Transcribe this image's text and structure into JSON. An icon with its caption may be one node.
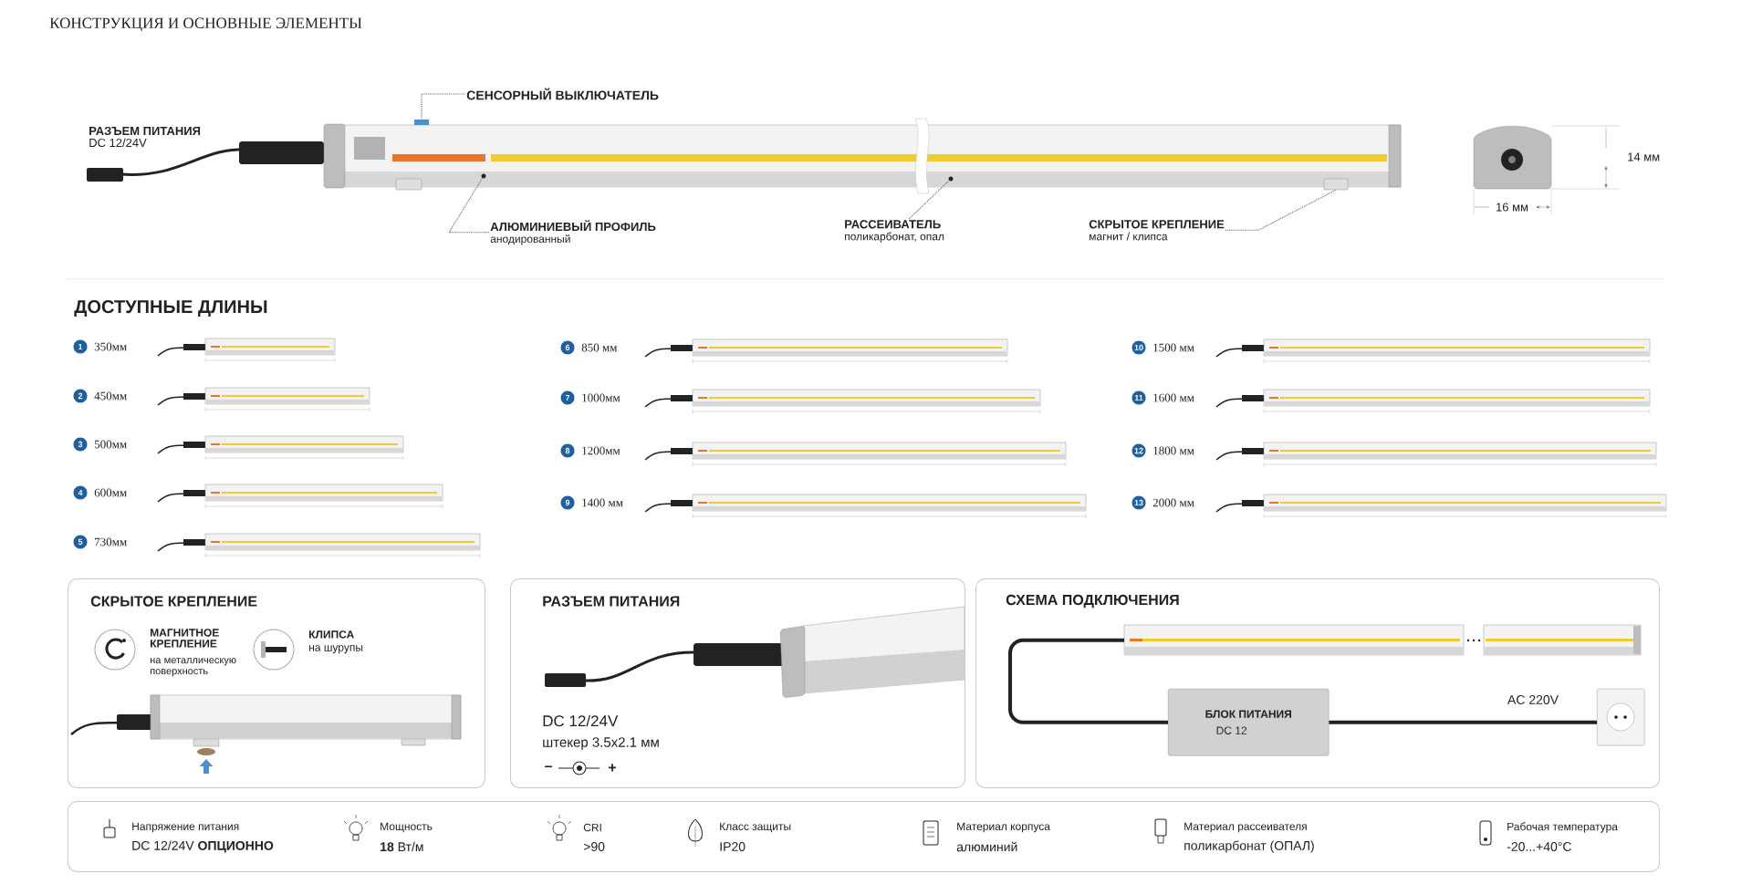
{
  "diagram": {
    "title": "КОНСТРУКЦИЯ И ОСНОВНЫЕ ЭЛЕМЕНТЫ",
    "nodes": [
      {
        "text": [
          "СЕНСОРНЫЙ ВЫКЛЮЧАТЕЛЬ"
        ]
      },
      {
        "text": [],
        "shape": "box"
      },
      {
        "text": [
          "АЛЮМИНИЕВЫЙ ПРОФИЛЬ",
          "анодированный"
        ]
      },
      {
        "text": [],
        "shape": "circle"
      },
      {
        "text": [
          "РАССЕИВАТЕЛЬ",
          "поликарбонат, опал"
        ]
      },
      {
        "text": [],
        "shape": "circle"
      },
      {
        "text": [
          "СКРЫТОЕ КРЕПЛЕНИЕ",
          "магнит / клипса"
        ]
      },
      {
        "text": [],
        "shape": "box"
      },
      {
        "text": [
          "СКРЫТОЕ КРЕПЛЕНИЕ",
          "МАГНИТНОЕ КРЕПЛЕНИЕ",
          "на металлическую поверхность",
          "КЛИПСА",
          "на шурупы"
        ]
      },
      {
        "text": [
          "РАЗЪЕМ ПИТАНИЯ",
          "DC 12/24V",
          "штекер 3.5x2.1 мм"
        ]
      },
      {
        "text": [
          "СХЕМА ПОДКЛЮЧЕНИЯ"
        ]
      },
      {
        "text": [],
        "shape": "bar",
        "in": 10
      },
      {
        "text": [
          "БЛОК ПИТАНИЯ",
          "DC 12"
        ],
        "in": 10
      },
      {
        "text": [],
        "shape": "box",
        "in": 10
      },
      {
        "text": [
          "Напряжение питания",
          "DC 12/24V **ОПЦИОННО**",
          "Мощность",
          "**18** Вт/м",
          "CRI",
          ">90",
          "Класс защиты",
          "IP20",
          "Материал корпуса",
          "алюминий",
          "Материал рассеивателя",
          "поликарбонат (ОПАЛ)",
          "Рабочая температура",
          "-20...+40°C"
        ]
      }
    ],
    "edges": [
      {
        "from": 0,
        "to": 1,
        "arrow": "none",
        "style": "dashed"
      },
      {
        "from": 2,
        "to": 3,
        "arrow": "none",
        "style": "dashed"
      },
      {
        "from": 4,
        "to": 5,
        "arrow": "none",
        "style": "dashed"
      },
      {
        "from": 6,
        "to": 7,
        "arrow": "none",
        "style": "dashed"
      },
      {
        "from": 11,
        "to": 12,
        "arrow": "none",
        "style": "thick",
        "color": "#222222"
      },
      {
        "from": 12,
        "to": 13,
        "arrow": "none",
        "style": "thick",
        "color": "#222222",
        "label": "AC 220V"
      }
    ],
    "labels": [
      "РАЗЪЕМ ПИТАНИЯ",
      "DC 12/24V",
      "14 мм",
      "16 мм",
      "ДОСТУПНЫЕ ДЛИНЫ",
      "1",
      "350мм",
      "2",
      "450мм",
      "3",
      "500мм",
      "4",
      "600мм",
      "5",
      "730мм",
      "6",
      "850 мм",
      "7",
      "1000мм",
      "8",
      "1200мм",
      "9",
      "1400 мм",
      "10",
      "1500 мм",
      "11",
      "1600 мм",
      "12",
      "1800 мм",
      "13",
      "2000 мм",
      "–",
      "+"
    ]
  }
}
